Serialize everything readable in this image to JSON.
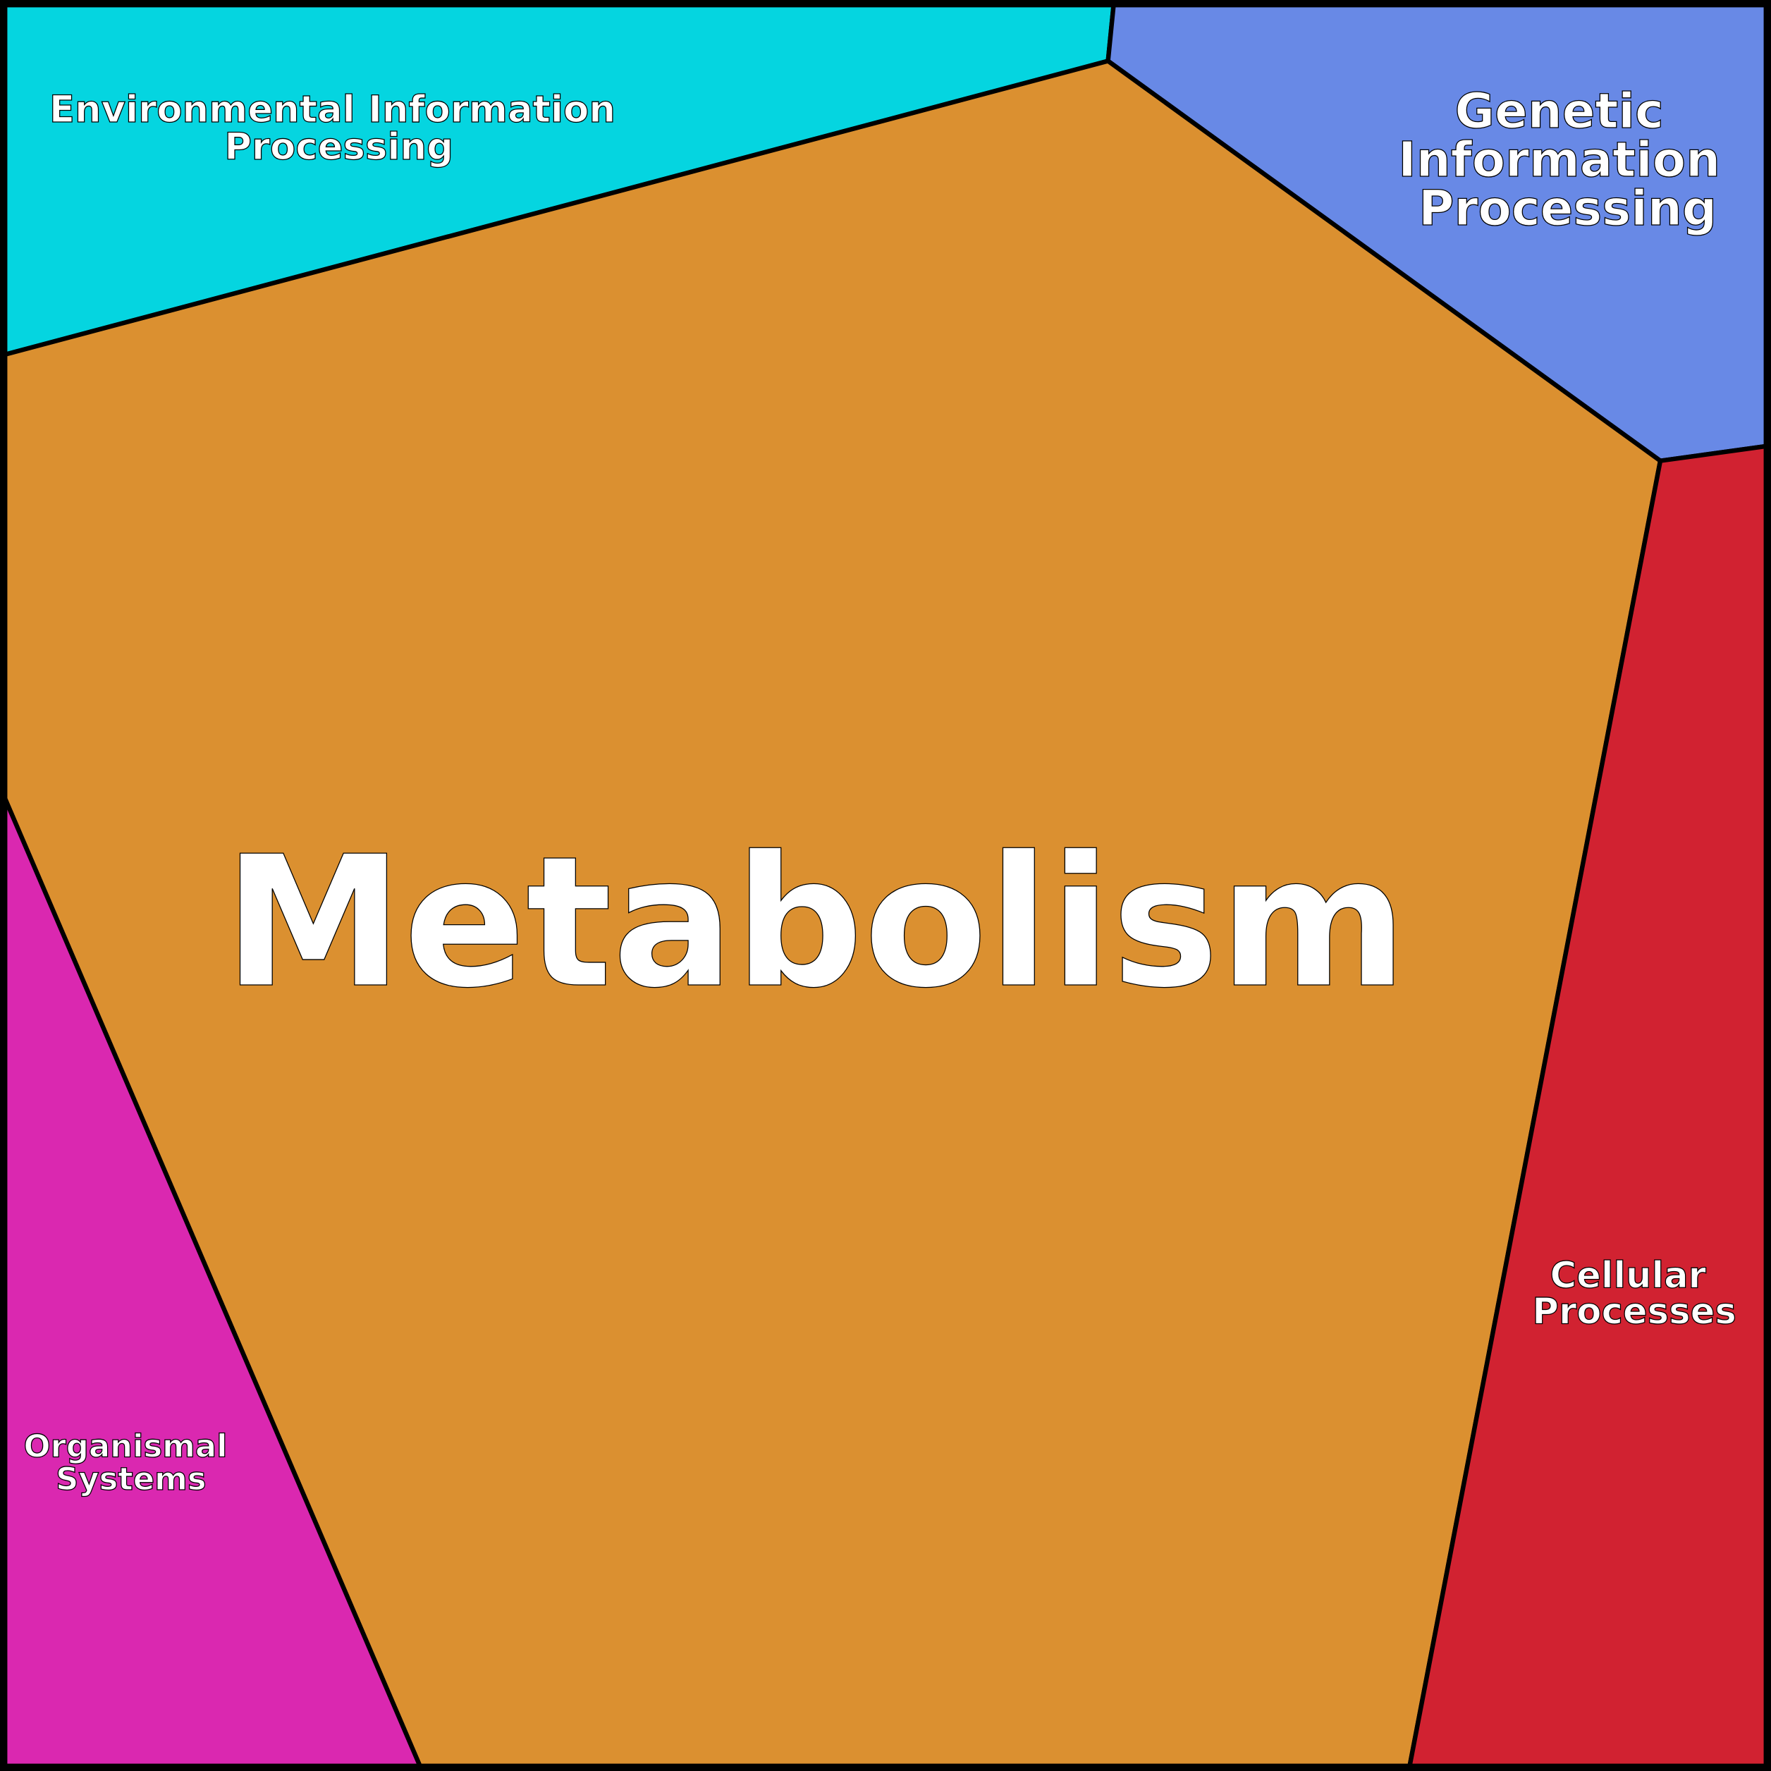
{
  "diagram": {
    "type": "voronoi-treemap",
    "cells": [
      {
        "id": "metabolism",
        "lines": [
          "Metabolism"
        ],
        "color": "#db9030"
      },
      {
        "id": "environmental",
        "lines": [
          "Environmental Information",
          "Processing"
        ],
        "color": "#05d5e0"
      },
      {
        "id": "genetic",
        "lines": [
          "Genetic",
          "Information",
          "Processing"
        ],
        "color": "#6889e6"
      },
      {
        "id": "cellular",
        "lines": [
          "Cellular",
          "Processes"
        ],
        "color": "#d12231"
      },
      {
        "id": "organismal",
        "lines": [
          "Organismal",
          "Systems"
        ],
        "color": "#da28b0"
      }
    ]
  }
}
